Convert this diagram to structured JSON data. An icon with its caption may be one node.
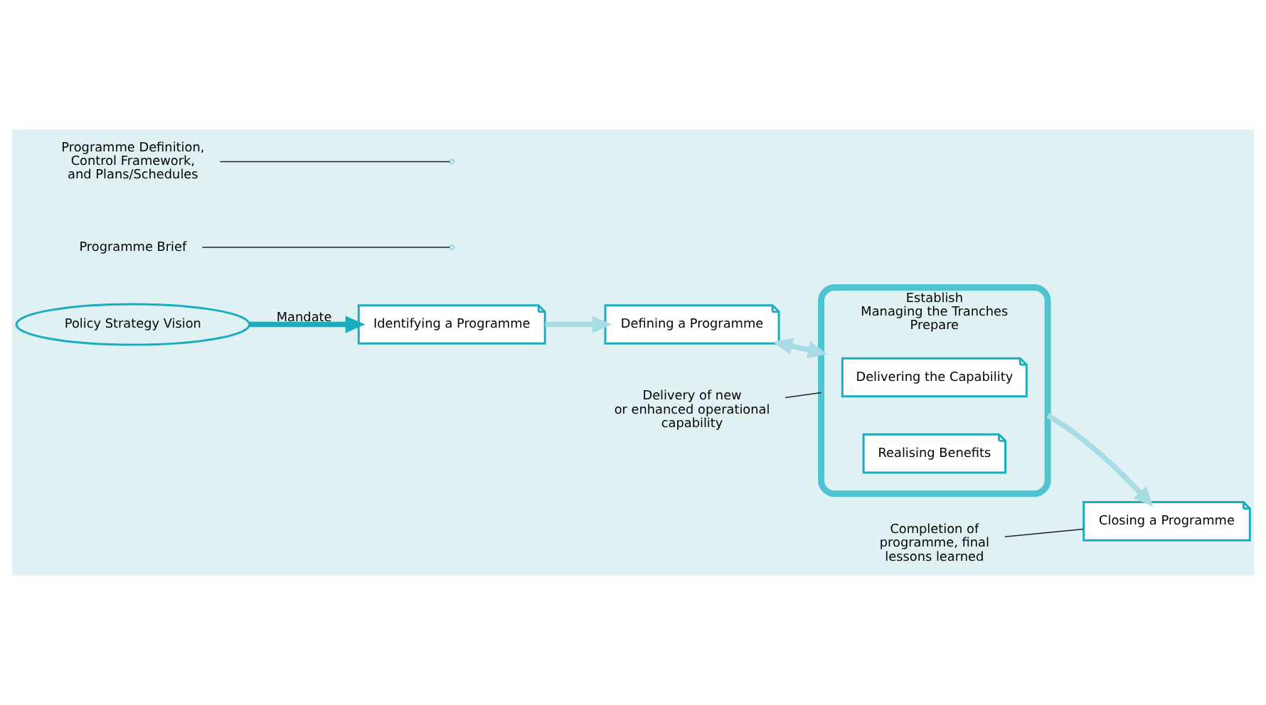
{
  "diagram": {
    "nodes": [
      {
        "text": [
          "Policy Strategy Vision"
        ]
      },
      {
        "text": [
          "Identifying a Programme"
        ]
      },
      {
        "text": [
          "Defining a Programme"
        ]
      },
      {
        "text": [
          "Establish",
          "Managing the Tranches",
          "Prepare"
        ]
      },
      {
        "text": [
          "Delivering the Capability"
        ],
        "in": 3
      },
      {
        "text": [
          "Realising Benefits"
        ],
        "in": 3
      },
      {
        "text": [
          "Closing a Programme"
        ]
      },
      {
        "text": [
          "Programme Brief"
        ]
      },
      {
        "text": [
          "Programme Definition, Control Framework, and Plans/Schedules"
        ]
      },
      {
        "text": [
          "Completion of programme, final lessons learned"
        ]
      },
      {
        "text": [
          "Delivery of new or enhanced operational capability"
        ]
      }
    ],
    "edges": [
      {
        "from": 0,
        "to": 1,
        "arrow": "to",
        "label": "Mandate",
        "style": "thick",
        "color": "#1aacbf"
      },
      {
        "from": 1,
        "to": 2,
        "arrow": "to",
        "style": "thick",
        "color": "#a8dce4"
      },
      {
        "from": 2,
        "to": 3,
        "arrow": "both",
        "style": "thick",
        "color": "#a8dce4"
      },
      {
        "from": 3,
        "to": 6,
        "arrow": "to",
        "style": "thick",
        "color": "#a8dce4"
      },
      {
        "from": 7,
        "to": null,
        "arrow": "none"
      },
      {
        "from": 8,
        "to": null,
        "arrow": "none"
      },
      {
        "from": 9,
        "to": 6,
        "arrow": "none"
      },
      {
        "from": 10,
        "to": 3,
        "arrow": "none"
      }
    ]
  }
}
